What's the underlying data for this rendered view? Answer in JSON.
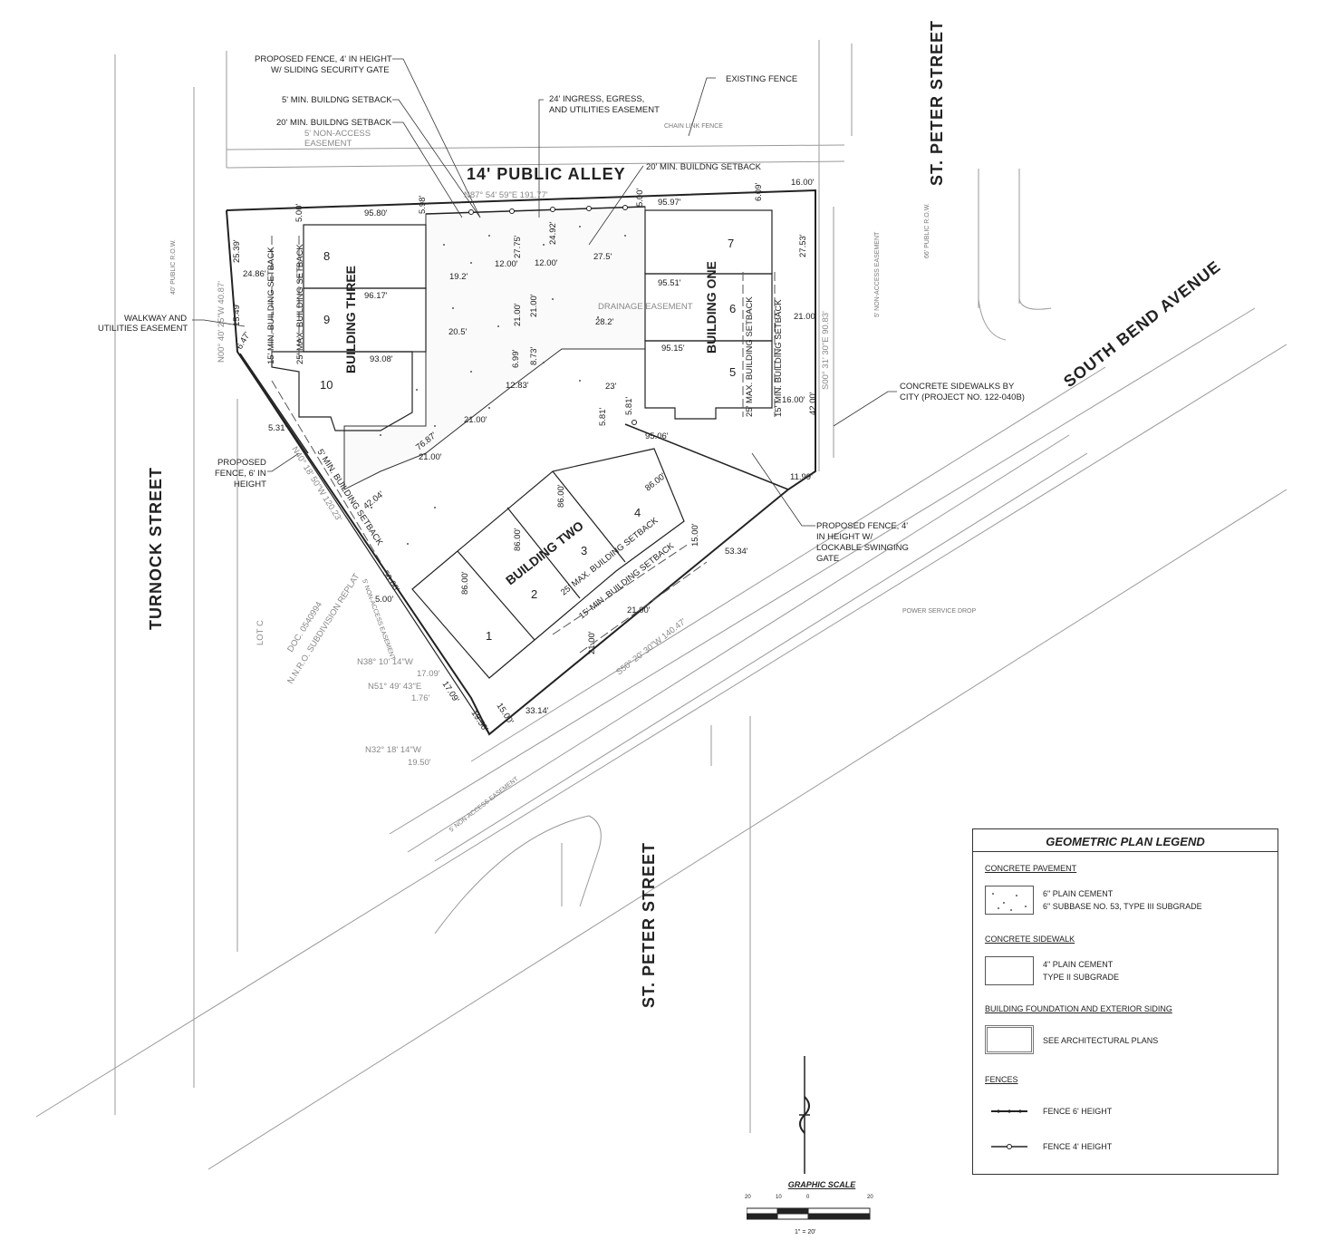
{
  "streets": {
    "st_peter_top": "ST. PETER STREET",
    "st_peter_bottom": "ST. PETER STREET",
    "turnock": "TURNOCK STREET",
    "south_bend": "SOUTH BEND AVENUE",
    "alley": "14' PUBLIC ALLEY"
  },
  "buildings": {
    "one": "BUILDING ONE",
    "two": "BUILDING TWO",
    "three": "BUILDING THREE"
  },
  "units": [
    "1",
    "2",
    "3",
    "4",
    "5",
    "6",
    "7",
    "8",
    "9",
    "10"
  ],
  "callouts": {
    "fence_4_gate_l1": "PROPOSED FENCE, 4' IN HEIGHT",
    "fence_4_gate_l2": "W/ SLIDING SECURITY GATE",
    "setback_5": "5' MIN. BUILDNG SETBACK",
    "setback_20": "20' MIN. BUILDNG SETBACK",
    "non_access_l1": "5' NON-ACCESS",
    "non_access_l2": "EASEMENT",
    "ingress_l1": "24' INGRESS, EGRESS,",
    "ingress_l2": "AND UTILITIES EASEMENT",
    "existing_fence": "EXISTING FENCE",
    "setback_20_b": "20' MIN. BUILDNG SETBACK",
    "walkway_l1": "WALKWAY AND",
    "walkway_l2": "UTILITIES EASEMENT",
    "fence6_l1": "PROPOSED",
    "fence6_l2": "FENCE, 6' IN",
    "fence6_l3": "HEIGHT",
    "sidewalk_l1": "CONCRETE SIDEWALKS BY",
    "sidewalk_l2": "CITY (PROJECT NO. 122-040B)",
    "fence_swing_l1": "PROPOSED FENCE, 4'",
    "fence_swing_l2": "IN HEIGHT W/",
    "fence_swing_l3": "LOCKABLE SWINGING",
    "fence_swing_l4": "GATE",
    "drainage": "DRAINAGE EASEMENT",
    "lot_c_l1": "LOT C",
    "lot_c_l2": "N.N.R.O. SUBDIVISION REPLAT",
    "lot_c_l3": "DOC. 0540994",
    "row_40": "40' PUBLIC R.O.W.",
    "row_66": "66' PUBLIC R.O.W.",
    "non_access_right": "5' NON-ACCESS EASEMENT",
    "non_access_left": "5' NON-ACCESS EASEMENT",
    "non_access_bottom": "5' NON-ACCESS EASEMENT",
    "chain_link": "CHAIN LINK FENCE",
    "power_drop": "POWER SERVICE DROP"
  },
  "bearings": {
    "alley_line": "N87° 54' 59\"E 191.77'",
    "west_line": "N00° 40' 25\"W 40.87'",
    "east_line": "S00° 31' 30\"E 90.83'",
    "south_line": "S50° 20' 30\"W 140.47'",
    "diag_line": "N40° 18' 50\"W 120.23'",
    "b1_l1": "N38° 10' 14\"W",
    "b1_l2": "17.09'",
    "b2_l1": "N51° 49' 43\"E",
    "b2_l2": "1.76'",
    "b3_l1": "N32° 18' 14\"W",
    "b3_l2": "19.50'"
  },
  "setbacks": {
    "min15": "15' MIN. BUILDING SETBACK",
    "max25": "25' MAX. BUILDING SETBACK",
    "min5": "5' MIN. BUILDING SETBACK"
  },
  "dims": [
    "95.80'",
    "95.97'",
    "16.00'",
    "6.09'",
    "5.00'",
    "5.98'",
    "5.00'",
    "25.39'",
    "24.86'",
    "96.17'",
    "15.49'",
    "6.47'",
    "93.08'",
    "5.31'",
    "19.2'",
    "27.75'",
    "24.92'",
    "27.5'",
    "12.00'",
    "12.00'",
    "20.5'",
    "21.00'",
    "21.00'",
    "28.2'",
    "95.51'",
    "95.15'",
    "27.53'",
    "21.00'",
    "16.00'",
    "42.00'",
    "23'",
    "12.83'",
    "6.99'",
    "8.73'",
    "21.00'",
    "76.87'",
    "21.00'",
    "5.81'",
    "5.81'",
    "95.06'",
    "11.99'",
    "42.04'",
    "86.00'",
    "86.00'",
    "86.00'",
    "86.00'",
    "53.34'",
    "15.00'",
    "21.00'",
    "21.00'",
    "33.14'",
    "15.00'",
    "17.09'",
    "19.50'",
    "5.00'",
    "50.00'"
  ],
  "legend": {
    "title": "GEOMETRIC PLAN LEGEND",
    "pavement_head": "CONCRETE PAVEMENT",
    "pavement_l1": "6\" PLAIN CEMENT",
    "pavement_l2": "6\" SUBBASE NO. 53, TYPE III SUBGRADE",
    "sidewalk_head": "CONCRETE SIDEWALK",
    "sidewalk_l1": "4\" PLAIN CEMENT",
    "sidewalk_l2": "TYPE II SUBGRADE",
    "foundation_head": "BUILDING FOUNDATION AND EXTERIOR SIDING",
    "foundation_l1": "SEE ARCHITECTURAL PLANS",
    "fences_head": "FENCES",
    "fence6": "FENCE 6' HEIGHT",
    "fence4": "FENCE 4' HEIGHT"
  },
  "scale": {
    "title": "GRAPHIC SCALE",
    "t0": "20",
    "t1": "10",
    "t2": "0",
    "t3": "20",
    "ratio": "1\" = 20'"
  }
}
